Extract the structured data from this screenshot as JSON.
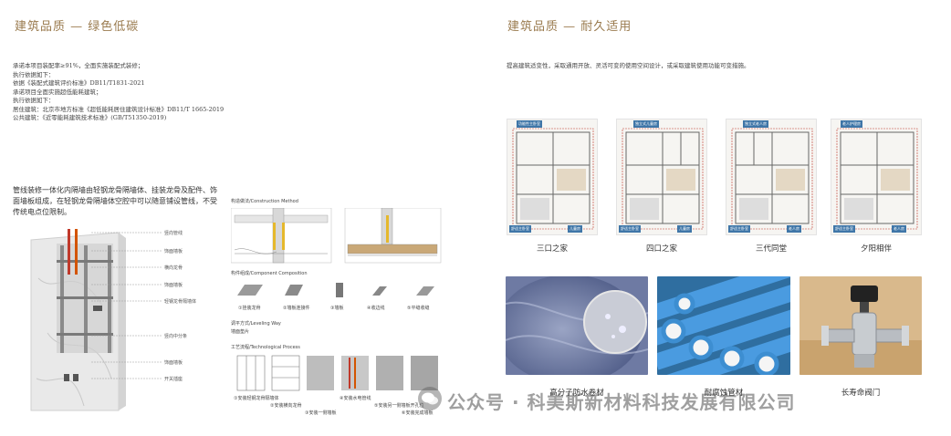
{
  "left": {
    "title": "建筑品质 — 绿色低碳",
    "spec_lines": [
      "承诺本项目装配率≥91%，全面实施装配式装修；",
      "执行依据如下：",
      "依据《装配式建筑评价标准》DB11/T1831-2021",
      "承诺项目全面实施超低能耗建筑；",
      "执行依据如下：",
      "居住建筑：北京市地方标准《超低能耗居住建筑设计标准》DB11/T 1665-2019",
      "公共建筑：《近零能耗建筑技术标准》(GB/T51350-2019)"
    ],
    "wall_description": "管线装修一体化内隔墙由轻钢龙骨隔墙体、挂装龙骨及配件、饰面墙板组成，在轻钢龙骨隔墙体空腔中可以随意铺设管线，不受传统电点位限制。",
    "callouts": [
      "竖向管线",
      "饰面墙板",
      "横向龙骨",
      "饰面墙板",
      "轻钢龙骨隔墙体",
      "竖向中分条",
      "饰面墙板",
      "开关插座"
    ],
    "method": {
      "construction_title": "构造做法/Construction Method",
      "component_title": "构件组成/Component Composition",
      "components": [
        "①挂装龙骨",
        "②墙板连接件",
        "③墙板",
        "④收边线",
        "⑤平缝收缝"
      ],
      "leveling_title": "调平方式/Leveling Way",
      "leveling_value": "墙面垫片",
      "process_title": "工艺流程/Technological Process",
      "steps": [
        "①安装轻钢龙骨隔墙体",
        "②安装横向龙骨",
        "③安装一侧墙板",
        "④安装水电管线",
        "⑤安装另一侧墙板开孔位",
        "⑥安装完成墙板"
      ]
    }
  },
  "right": {
    "title": "建筑品质 — 耐久适用",
    "intro": "提高建筑适变性，采取通用开放、灵活可变的使用空间设计，或采取建筑使用功能可变措施。",
    "plans": [
      {
        "caption": "三口之家",
        "tag_top": "功能性主卧室",
        "tag_left": "舒适主卧室",
        "tag_right": "儿童房"
      },
      {
        "caption": "四口之家",
        "tag_top": "独立式儿童房",
        "tag_left": "舒适主卧室",
        "tag_right": "儿童房"
      },
      {
        "caption": "三代同堂",
        "tag_top": "独立式老人房",
        "tag_left": "舒适主卧室",
        "tag_right": "老人房"
      },
      {
        "caption": "夕阳相伴",
        "tag_top": "老人护理房",
        "tag_left": "舒适主卧室",
        "tag_right": "老人房"
      }
    ],
    "photos": [
      {
        "caption": "高分子防水卷材"
      },
      {
        "caption": "耐腐蚀管材"
      },
      {
        "caption": "长寿命阀门"
      }
    ]
  },
  "watermark": "公众号 · 科美斯新材料科技发展有限公司",
  "colors": {
    "title": "#9a7b4f",
    "accent_red": "#c0392b",
    "pipe_blue": "#3d8ed1",
    "tag_blue": "#3f76a8"
  }
}
